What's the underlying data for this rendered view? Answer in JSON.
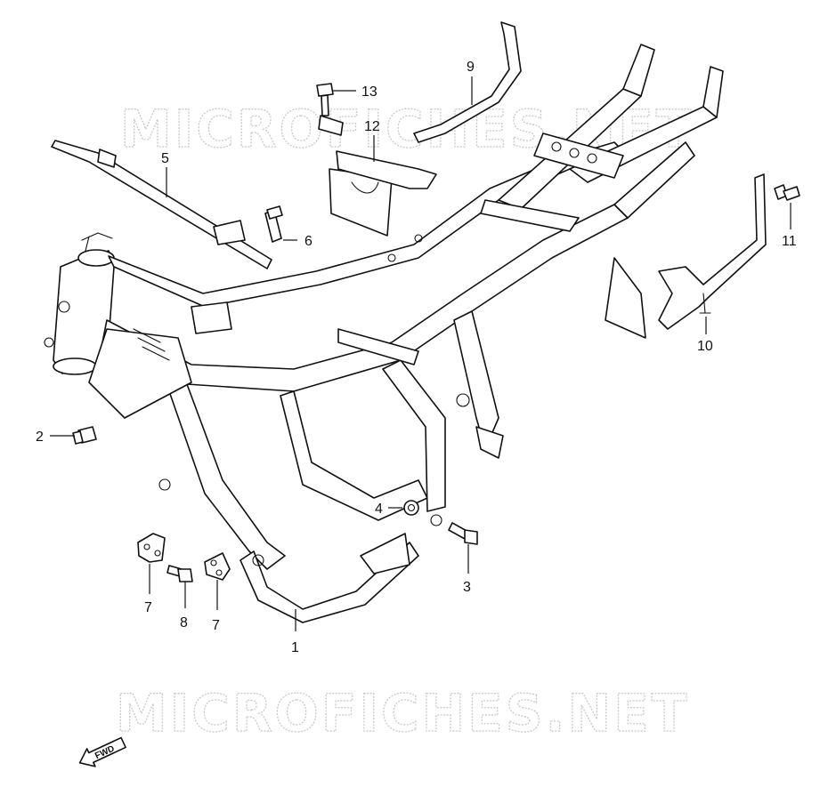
{
  "watermarks": {
    "top": "MICROFICHES.NET",
    "bottom": "MICROFICHES.NET"
  },
  "fwd_arrow": {
    "label": "FWD"
  },
  "callouts": [
    {
      "id": "1",
      "label": "1"
    },
    {
      "id": "2",
      "label": "2"
    },
    {
      "id": "3",
      "label": "3"
    },
    {
      "id": "4",
      "label": "4"
    },
    {
      "id": "5",
      "label": "5"
    },
    {
      "id": "6",
      "label": "6"
    },
    {
      "id": "7a",
      "label": "7"
    },
    {
      "id": "7b",
      "label": "7"
    },
    {
      "id": "8",
      "label": "8"
    },
    {
      "id": "9",
      "label": "9"
    },
    {
      "id": "10",
      "label": "10"
    },
    {
      "id": "11",
      "label": "11"
    },
    {
      "id": "12",
      "label": "12"
    },
    {
      "id": "13",
      "label": "13"
    }
  ],
  "colors": {
    "line": "#111111",
    "watermark": "#c9c9c9",
    "background": "#ffffff"
  }
}
